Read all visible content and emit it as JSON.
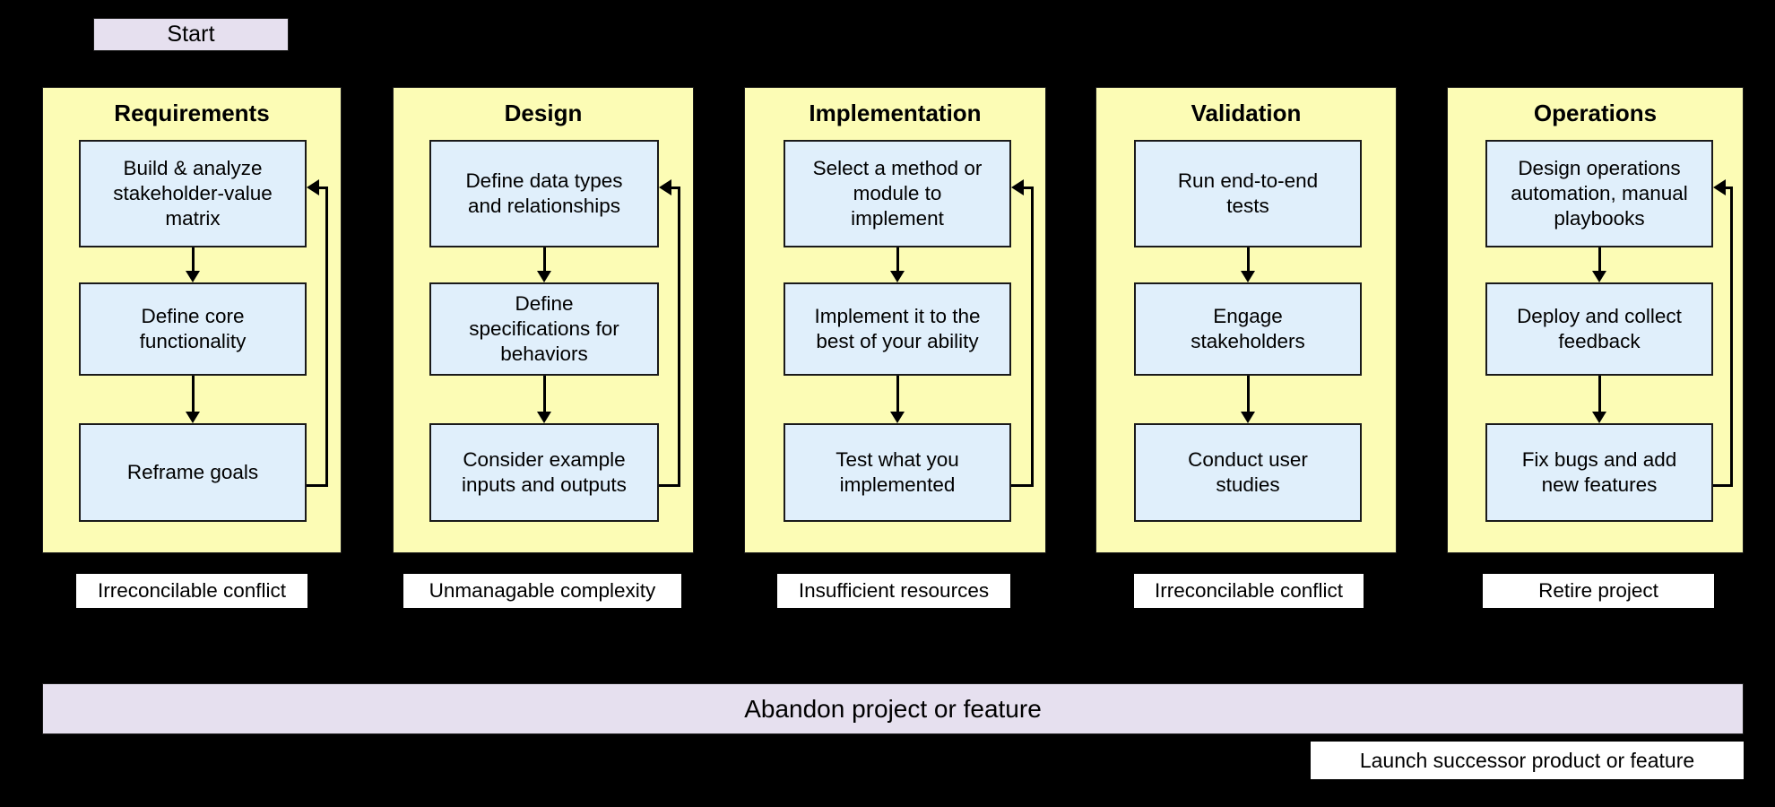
{
  "diagram": {
    "start": {
      "label": "Start"
    },
    "phases": [
      {
        "id": "requirements",
        "title": "Requirements",
        "has_feedback_loop": true,
        "steps": [
          {
            "lines": [
              "Build & analyze",
              "stakeholder-value",
              "matrix"
            ]
          },
          {
            "lines": [
              "Define core",
              "functionality"
            ]
          },
          {
            "lines": [
              "Reframe goals"
            ]
          }
        ],
        "exit_label": "Irreconcilable conflict"
      },
      {
        "id": "design",
        "title": "Design",
        "has_feedback_loop": true,
        "steps": [
          {
            "lines": [
              "Define data types",
              "and relationships"
            ]
          },
          {
            "lines": [
              "Define",
              "specifications for",
              "behaviors"
            ]
          },
          {
            "lines": [
              "Consider example",
              "inputs and outputs"
            ]
          }
        ],
        "exit_label": "Unmanagable complexity"
      },
      {
        "id": "implementation",
        "title": "Implementation",
        "has_feedback_loop": true,
        "steps": [
          {
            "lines": [
              "Select a method or",
              "module to",
              "implement"
            ]
          },
          {
            "lines": [
              "Implement it to the",
              "best of your ability"
            ]
          },
          {
            "lines": [
              "Test what you",
              "implemented"
            ]
          }
        ],
        "exit_label": "Insufficient resources"
      },
      {
        "id": "validation",
        "title": "Validation",
        "has_feedback_loop": false,
        "steps": [
          {
            "lines": [
              "Run end-to-end",
              "tests"
            ]
          },
          {
            "lines": [
              "Engage",
              "stakeholders"
            ]
          },
          {
            "lines": [
              "Conduct user",
              "studies"
            ]
          }
        ],
        "exit_label": "Irreconcilable conflict"
      },
      {
        "id": "operations",
        "title": "Operations",
        "has_feedback_loop": true,
        "steps": [
          {
            "lines": [
              "Design operations",
              "automation, manual",
              "playbooks"
            ]
          },
          {
            "lines": [
              "Deploy and collect",
              "feedback"
            ]
          },
          {
            "lines": [
              "Fix bugs and add",
              "new features"
            ]
          }
        ],
        "exit_label": "Retire project"
      }
    ],
    "abandon_bar": {
      "label": "Abandon project or feature"
    },
    "launch_box": {
      "label": "Launch successor product or feature"
    }
  },
  "colors": {
    "background": "#000000",
    "phase_fill": "#fcfcb5",
    "step_fill": "#e0effb",
    "terminal_fill": "#e6e0ef",
    "label_fill": "#ffffff",
    "stroke": "#1a1a1a"
  }
}
